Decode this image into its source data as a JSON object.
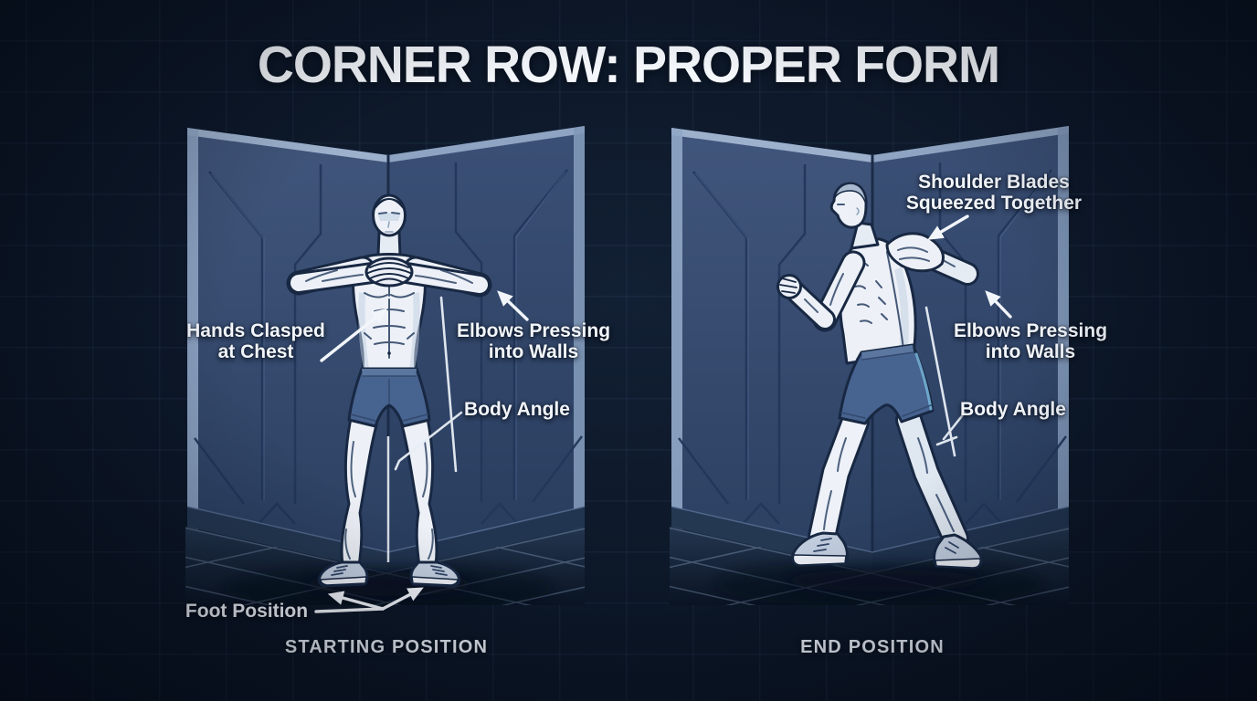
{
  "title": "CORNER ROW: PROPER FORM",
  "panels": {
    "start": {
      "caption": "STARTING POSITION",
      "labels": {
        "hands_clasped": {
          "line1": "Hands Clasped",
          "line2": "at Chest"
        },
        "elbows": {
          "line1": "Elbows Pressing",
          "line2": "into Walls"
        },
        "body_angle": "Body Angle",
        "foot_position": "Foot Position"
      }
    },
    "end": {
      "caption": "END POSITION",
      "labels": {
        "shoulder_blades": {
          "line1": "Shoulder Blades",
          "line2": "Squeezed Together"
        },
        "elbows": {
          "line1": "Elbows Pressing",
          "line2": "into Walls"
        },
        "body_angle": "Body Angle"
      }
    }
  },
  "palette": {
    "background": "#0c1626",
    "wall": "#364b70",
    "wall_edge": "#a3b7d2",
    "figure_body": "#edf1f7",
    "figure_outline": "#182843",
    "shorts": "#47638f",
    "floor_grid": "#8aa2c4",
    "label_text": "#f2f6fb"
  }
}
